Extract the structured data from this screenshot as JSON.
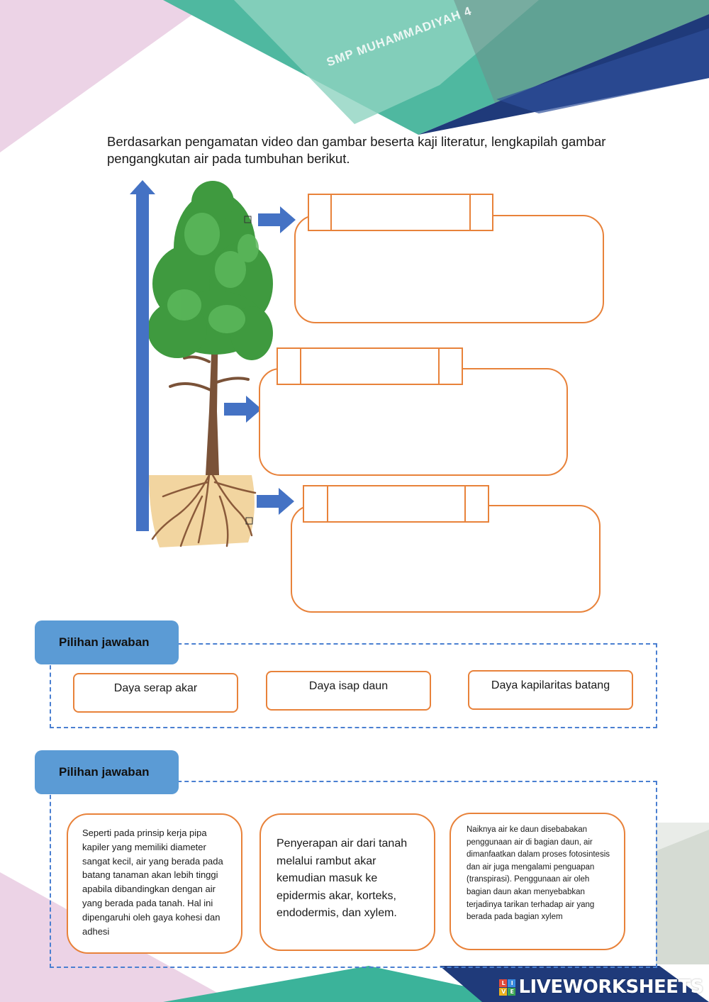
{
  "instruction": "Berdasarkan pengamatan video dan gambar beserta kaji literatur, lengkapilah gambar pengangkutan air pada tumbuhan berikut.",
  "banner": {
    "gate_text": "SMP MUHAMMADIYAH 4"
  },
  "answer_panel_1": {
    "title": "Pilihan jawaban",
    "choices": [
      "Daya serap akar",
      "Daya isap daun",
      "Daya kapilaritas batang"
    ]
  },
  "answer_panel_2": {
    "title": "Pilihan jawaban",
    "descriptions": [
      "Seperti pada prinsip kerja pipa kapiler yang memiliki diameter sangat kecil, air yang berada pada batang tanaman akan lebih tinggi apabila dibandingkan dengan air yang berada pada tanah. Hal ini dipengaruhi oleh gaya kohesi dan adhesi",
      "Penyerapan air dari tanah melalui rambut akar kemudian masuk ke epidermis akar, korteks, endodermis, dan xylem.",
      "Naiknya air ke daun disebabakan penggunaan air di bagian daun, air dimanfaatkan dalam proses fotosintesis dan air juga mengalami penguapan (transpirasi). Penggunaan air oleh bagian daun akan menyebabkan terjadinya tarikan terhadap air yang berada pada bagian xylem"
    ]
  },
  "branding": {
    "logo_text": "LIVEWORKSHEETS",
    "badge_letters": [
      "L",
      "I",
      "V",
      "E"
    ]
  },
  "colors": {
    "accent_orange": "#e8823a",
    "arrow_blue": "#4472c4",
    "tag_blue": "#5b9bd5",
    "dash_blue": "#4a7fd1"
  }
}
